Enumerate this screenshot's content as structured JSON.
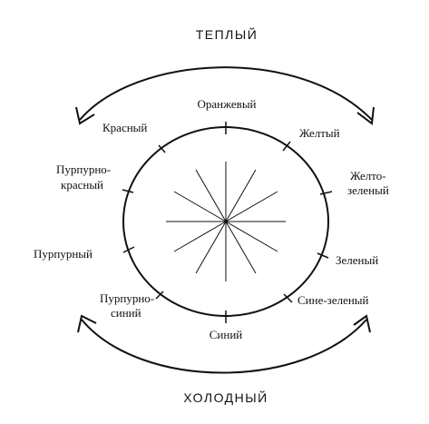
{
  "diagram": {
    "warm_label": "ТЕПЛЫЙ",
    "cold_label": "ХОЛОДНЫЙ",
    "colors": {
      "orange": "Оранжевый",
      "yellow": "Желтый",
      "yellow_green_1": "Желто-",
      "yellow_green_2": "зеленый",
      "green": "Зеленый",
      "blue_green": "Сине-зеленый",
      "blue": "Синий",
      "purple_blue_1": "Пурпурно-",
      "purple_blue_2": "синий",
      "purple": "Пурпурный",
      "purple_red_1": "Пурпурно-",
      "purple_red_2": "красный",
      "red": "Красный"
    }
  }
}
